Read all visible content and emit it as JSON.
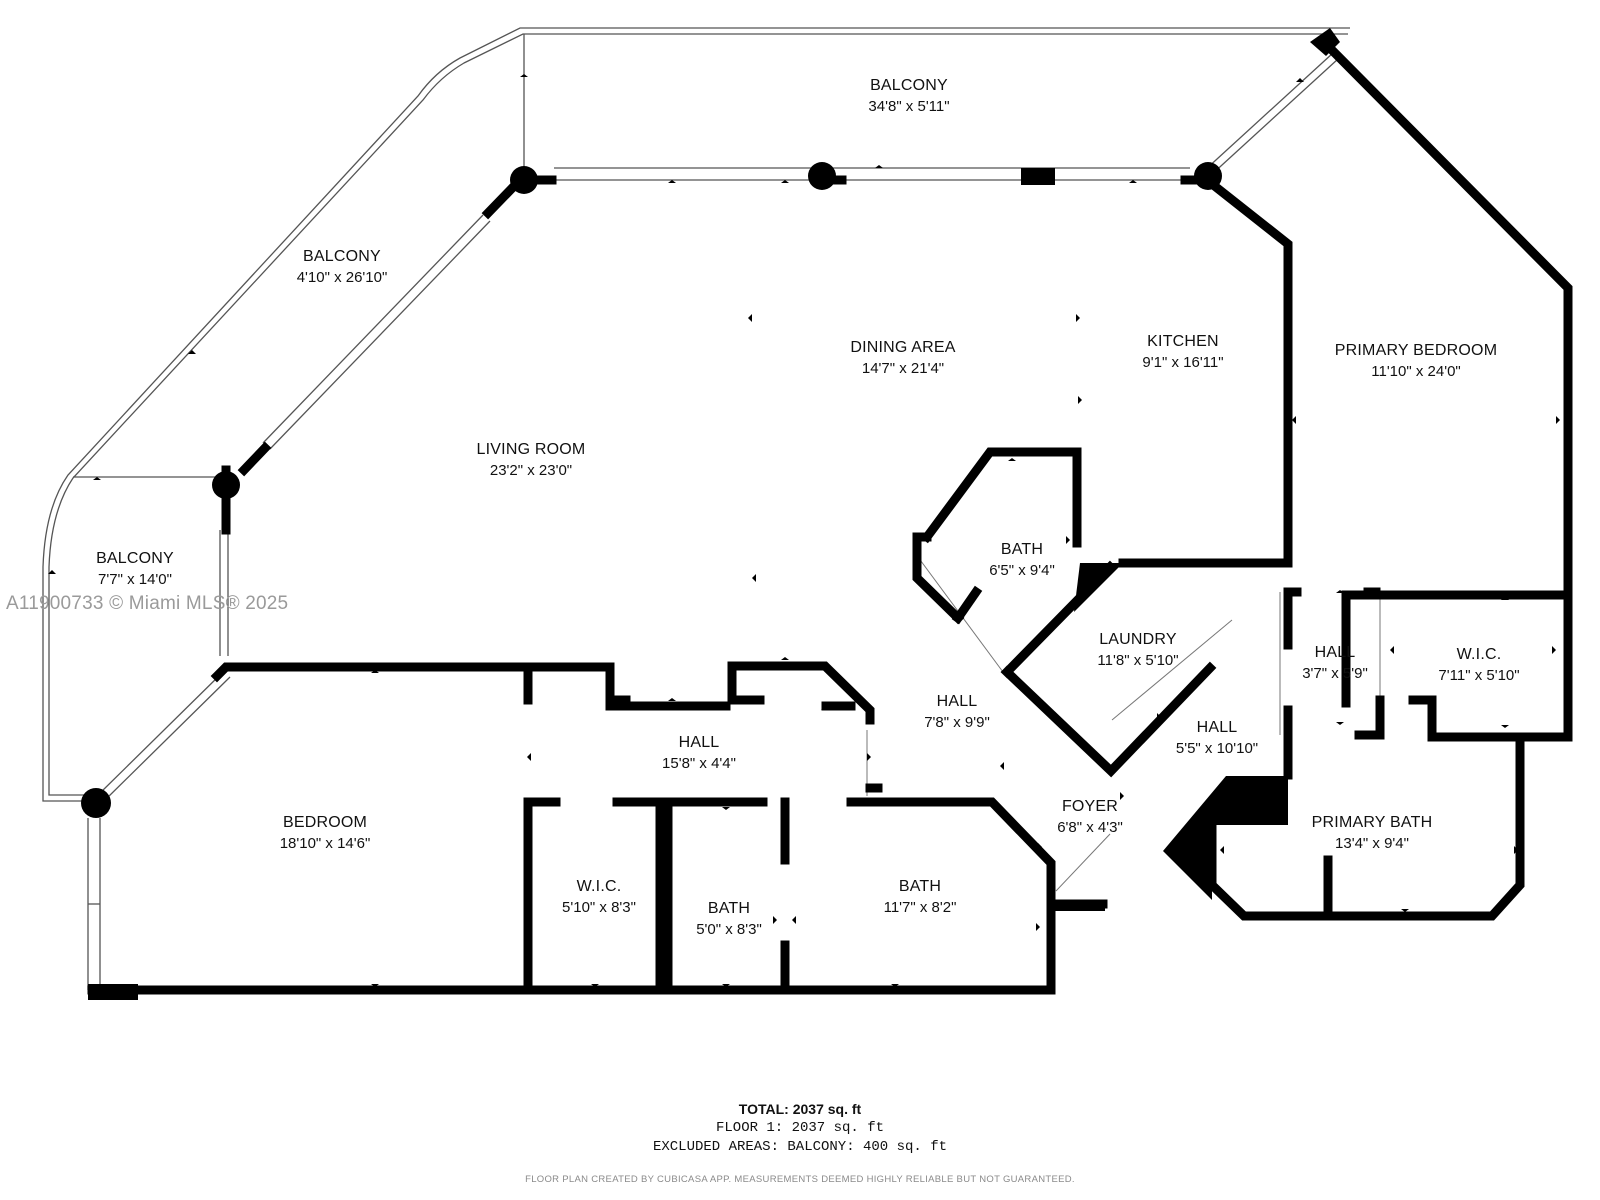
{
  "rooms": [
    {
      "id": "balcony-top",
      "name": "BALCONY",
      "dim": "34'8\" x 5'11\""
    },
    {
      "id": "balcony-left",
      "name": "BALCONY",
      "dim": "4'10\" x 26'10\""
    },
    {
      "id": "balcony-side",
      "name": "BALCONY",
      "dim": "7'7\" x 14'0\""
    },
    {
      "id": "dining-area",
      "name": "DINING AREA",
      "dim": "14'7\" x 21'4\""
    },
    {
      "id": "kitchen",
      "name": "KITCHEN",
      "dim": "9'1\" x 16'11\""
    },
    {
      "id": "primary-bedroom",
      "name": "PRIMARY BEDROOM",
      "dim": "11'10\" x 24'0\""
    },
    {
      "id": "living-room",
      "name": "LIVING ROOM",
      "dim": "23'2\" x 23'0\""
    },
    {
      "id": "bath-center",
      "name": "BATH",
      "dim": "6'5\" x 9'4\""
    },
    {
      "id": "laundry",
      "name": "LAUNDRY",
      "dim": "11'8\" x 5'10\""
    },
    {
      "id": "hall-center",
      "name": "HALL",
      "dim": "7'8\" x 9'9\""
    },
    {
      "id": "hall-primary",
      "name": "HALL",
      "dim": "3'7\" x 5'9\""
    },
    {
      "id": "wic-primary",
      "name": "W.I.C.",
      "dim": "7'11\" x 5'10\""
    },
    {
      "id": "hall-right",
      "name": "HALL",
      "dim": "5'5\" x 10'10\""
    },
    {
      "id": "hall-left",
      "name": "HALL",
      "dim": "15'8\" x 4'4\""
    },
    {
      "id": "foyer",
      "name": "FOYER",
      "dim": "6'8\" x 4'3\""
    },
    {
      "id": "primary-bath",
      "name": "PRIMARY BATH",
      "dim": "13'4\" x 9'4\""
    },
    {
      "id": "bedroom",
      "name": "BEDROOM",
      "dim": "18'10\" x 14'6\""
    },
    {
      "id": "wic-bedroom",
      "name": "W.I.C.",
      "dim": "5'10\" x 8'3\""
    },
    {
      "id": "bath-small",
      "name": "BATH",
      "dim": "5'0\" x 8'3\""
    },
    {
      "id": "bath-large",
      "name": "BATH",
      "dim": "11'7\" x 8'2\""
    }
  ],
  "watermark": "A11900733 © Miami MLS® 2025",
  "totals": {
    "total_label": "TOTAL: 2037 sq. ft",
    "floor": "FLOOR 1: 2037 sq. ft",
    "excluded": "EXCLUDED AREAS: BALCONY: 400 sq. ft"
  },
  "disclaimer": "FLOOR PLAN CREATED BY CUBICASA APP. MEASUREMENTS DEEMED HIGHLY RELIABLE BUT NOT GUARANTEED.",
  "colors": {
    "wall": "#000000",
    "outline": "#555555",
    "background": "#ffffff"
  }
}
